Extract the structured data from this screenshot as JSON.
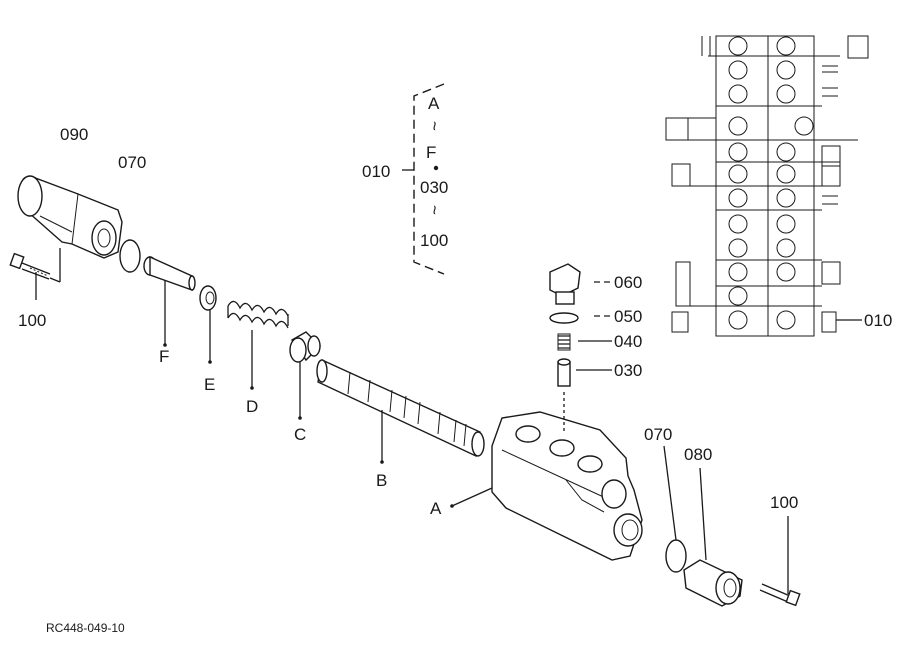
{
  "labels": {
    "p090": "090",
    "p070_top": "070",
    "p100_left": "100",
    "p010_mid": "010",
    "bracket_a": "A",
    "bracket_tilde1": "~",
    "bracket_f": "F",
    "bracket_030": "030",
    "bracket_tilde2": "~",
    "bracket_100": "100",
    "p060": "060",
    "p050": "050",
    "p040": "040",
    "p030": "030",
    "p010_right": "010",
    "letter_f": "F",
    "letter_e": "E",
    "letter_d": "D",
    "letter_c": "C",
    "letter_b": "B",
    "letter_a": "A",
    "p070_right": "070",
    "p080": "080",
    "p100_right": "100",
    "ref_code": "RC448-049-10"
  }
}
